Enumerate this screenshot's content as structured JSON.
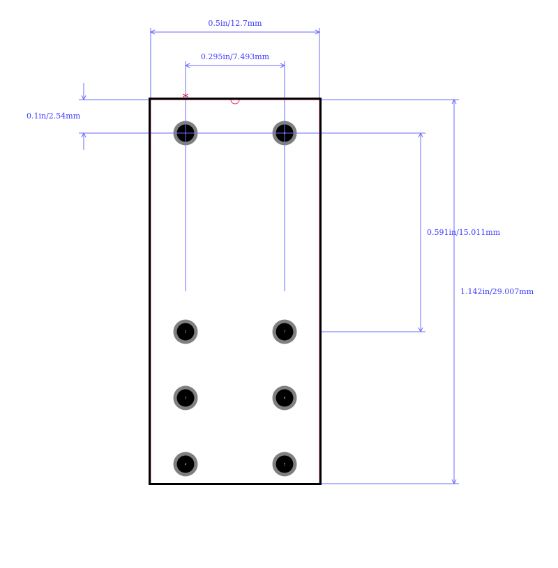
{
  "dimensions": {
    "overall_width": "0.5in/12.7mm",
    "pin_row_spacing": "0.295in/7.493mm",
    "pitch": "0.1in/2.54mm",
    "pin_span": "0.591in/15.011mm",
    "overall_length": "1.142in/29.007mm"
  },
  "pins": [
    {
      "number": "1",
      "label": "1"
    },
    {
      "number": "2",
      "label": "2"
    },
    {
      "number": "3",
      "label": "3"
    },
    {
      "number": "4",
      "label": "4"
    },
    {
      "number": "5",
      "label": "5"
    },
    {
      "number": "6",
      "label": "6"
    },
    {
      "number": "7",
      "label": "7"
    },
    {
      "number": "8",
      "label": "8"
    }
  ],
  "pin1_marker": "*",
  "colors": {
    "dimension": "#3a3aff",
    "outline": "#000000",
    "courtyard": "#e0306a",
    "pad_ring": "#808080",
    "pad_hole": "#000000"
  }
}
